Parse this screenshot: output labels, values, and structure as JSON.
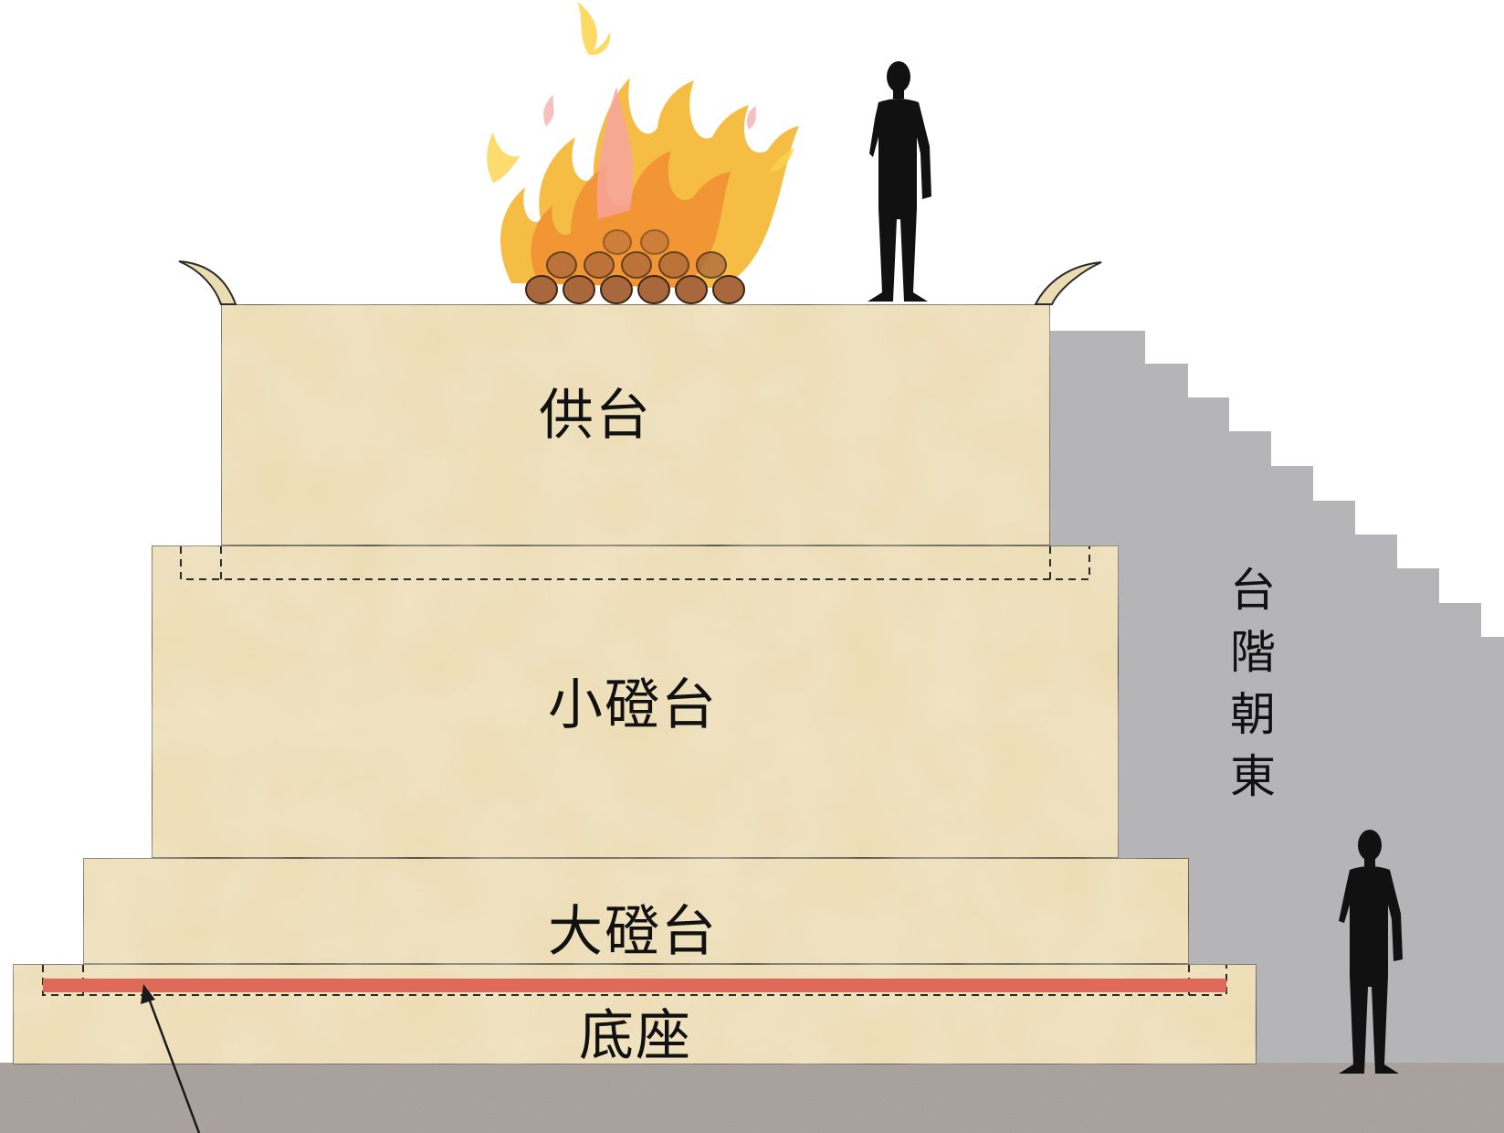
{
  "labels": {
    "altar_top": "供台",
    "small_ledge": "小磴台",
    "large_ledge": "大磴台",
    "base": "底座",
    "stairs": "台階朝東"
  },
  "colors": {
    "stone": "#ecdcb2",
    "stone_edge": "#2a2a2a",
    "stairs": "#b5b5b7",
    "ground": "#a39a92",
    "red_band": "#e06a5a",
    "silhouette": "#111111",
    "flame_outer": "#f5b225",
    "flame_inner": "#f08a30",
    "flame_pink": "#f7a3a3",
    "log": "#a9683c"
  },
  "icons": [
    "fire-icon",
    "person-silhouette-icon",
    "arrow-icon"
  ]
}
